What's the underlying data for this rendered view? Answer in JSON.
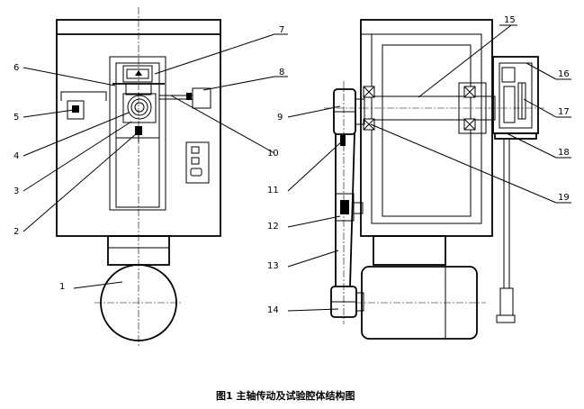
{
  "caption": "图1 主轴传动及试验腔体结构图",
  "labels": [
    "1",
    "2",
    "3",
    "4",
    "5",
    "6",
    "7",
    "8",
    "9",
    "10",
    "11",
    "12",
    "13",
    "14",
    "15",
    "16",
    "17",
    "18",
    "19"
  ]
}
